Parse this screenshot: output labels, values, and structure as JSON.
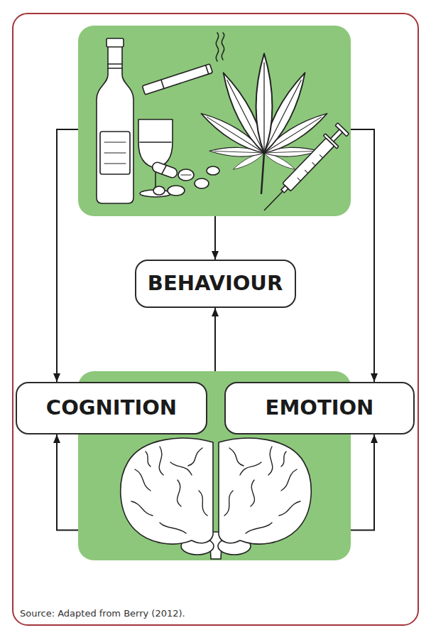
{
  "diagram": {
    "caption": "Source: Adapted from Berry (2012).",
    "nodes": [
      {
        "text": []
      },
      {
        "text": [
          "BEHAVIOUR"
        ]
      },
      {
        "text": [
          "COGNITION"
        ]
      },
      {
        "text": [
          "EMOTION"
        ]
      },
      {
        "text": []
      }
    ],
    "edges": [
      {
        "from": 0,
        "to": 1,
        "arrow": "to"
      },
      {
        "from": 0,
        "to": 2,
        "arrow": "to"
      },
      {
        "from": 0,
        "to": 3,
        "arrow": "to"
      },
      {
        "from": 4,
        "to": 1,
        "arrow": "to"
      },
      {
        "from": 4,
        "to": 2,
        "arrow": "to"
      },
      {
        "from": 4,
        "to": 3,
        "arrow": "to"
      }
    ]
  }
}
